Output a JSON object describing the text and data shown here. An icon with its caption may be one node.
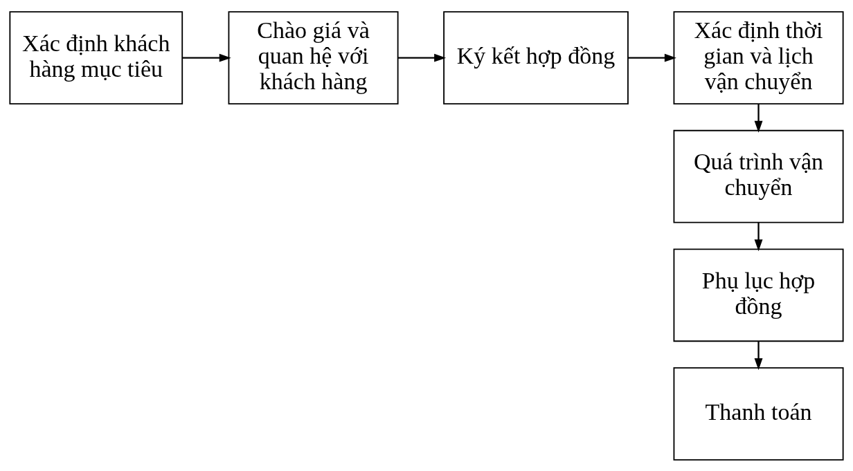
{
  "diagram": {
    "nodes": [
      {
        "text": [
          "Xác định khách hàng mục tiêu"
        ]
      },
      {
        "text": [
          "Chào giá và quan hệ với khách hàng"
        ]
      },
      {
        "text": [
          "Ký kết hợp đồng"
        ]
      },
      {
        "text": [
          "Xác định thời gian và lịch vận chuyển"
        ]
      },
      {
        "text": [
          "Quá trình vận chuyển"
        ]
      },
      {
        "text": [
          "Phụ lục hợp đồng"
        ]
      },
      {
        "text": [
          "Thanh toán"
        ]
      }
    ],
    "edges": [
      {
        "from": 0,
        "to": 1,
        "arrow": "to"
      },
      {
        "from": 1,
        "to": 2,
        "arrow": "to"
      },
      {
        "from": 2,
        "to": 3,
        "arrow": "to"
      },
      {
        "from": 3,
        "to": 4,
        "arrow": "to"
      },
      {
        "from": 4,
        "to": 5,
        "arrow": "to"
      },
      {
        "from": 5,
        "to": 6,
        "arrow": "to"
      }
    ]
  }
}
